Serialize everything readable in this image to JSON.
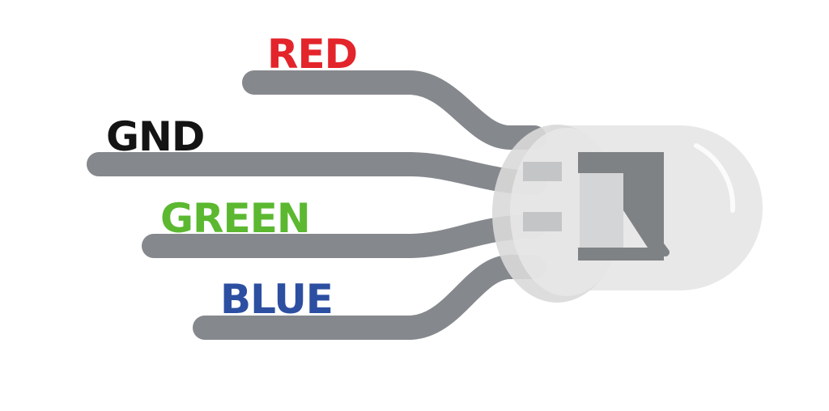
{
  "colors": {
    "background": "#ffffff",
    "lead": "#85888c",
    "led_body": "#e2e2e2",
    "led_inner": "#7f8285"
  },
  "pins": [
    {
      "id": "red",
      "label": "RED",
      "color": "#e3242b"
    },
    {
      "id": "gnd",
      "label": "GND",
      "color": "#141414"
    },
    {
      "id": "green",
      "label": "GREEN",
      "color": "#5bb830"
    },
    {
      "id": "blue",
      "label": "BLUE",
      "color": "#2c4fa1"
    }
  ]
}
